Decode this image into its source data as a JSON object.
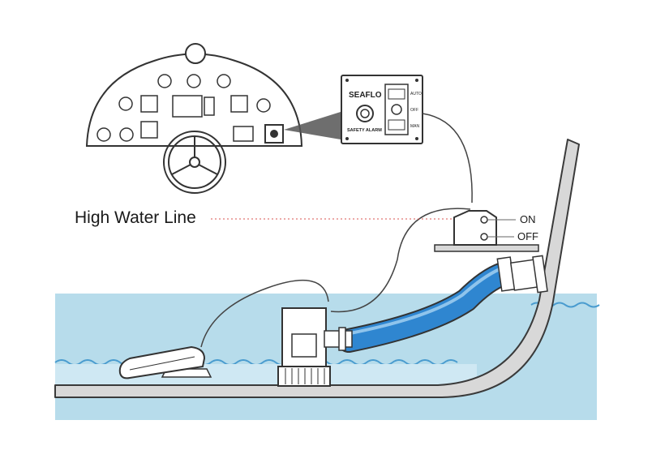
{
  "labels": {
    "high_water_line": "High Water Line",
    "switch_on": "ON",
    "switch_off": "OFF"
  },
  "panel": {
    "brand": "SEAFLO",
    "caption": "SAFETY ALARM",
    "mode_auto": "AUTO",
    "mode_off": "OFF",
    "mode_man": "MAN"
  },
  "colors": {
    "water": "#b7dceb",
    "water_line": "#4a9ccf",
    "hose": "#2f86d0",
    "hull": "#d8d8d8",
    "outline": "#3a3a3a",
    "water_level_dashed": "#d9534f"
  }
}
